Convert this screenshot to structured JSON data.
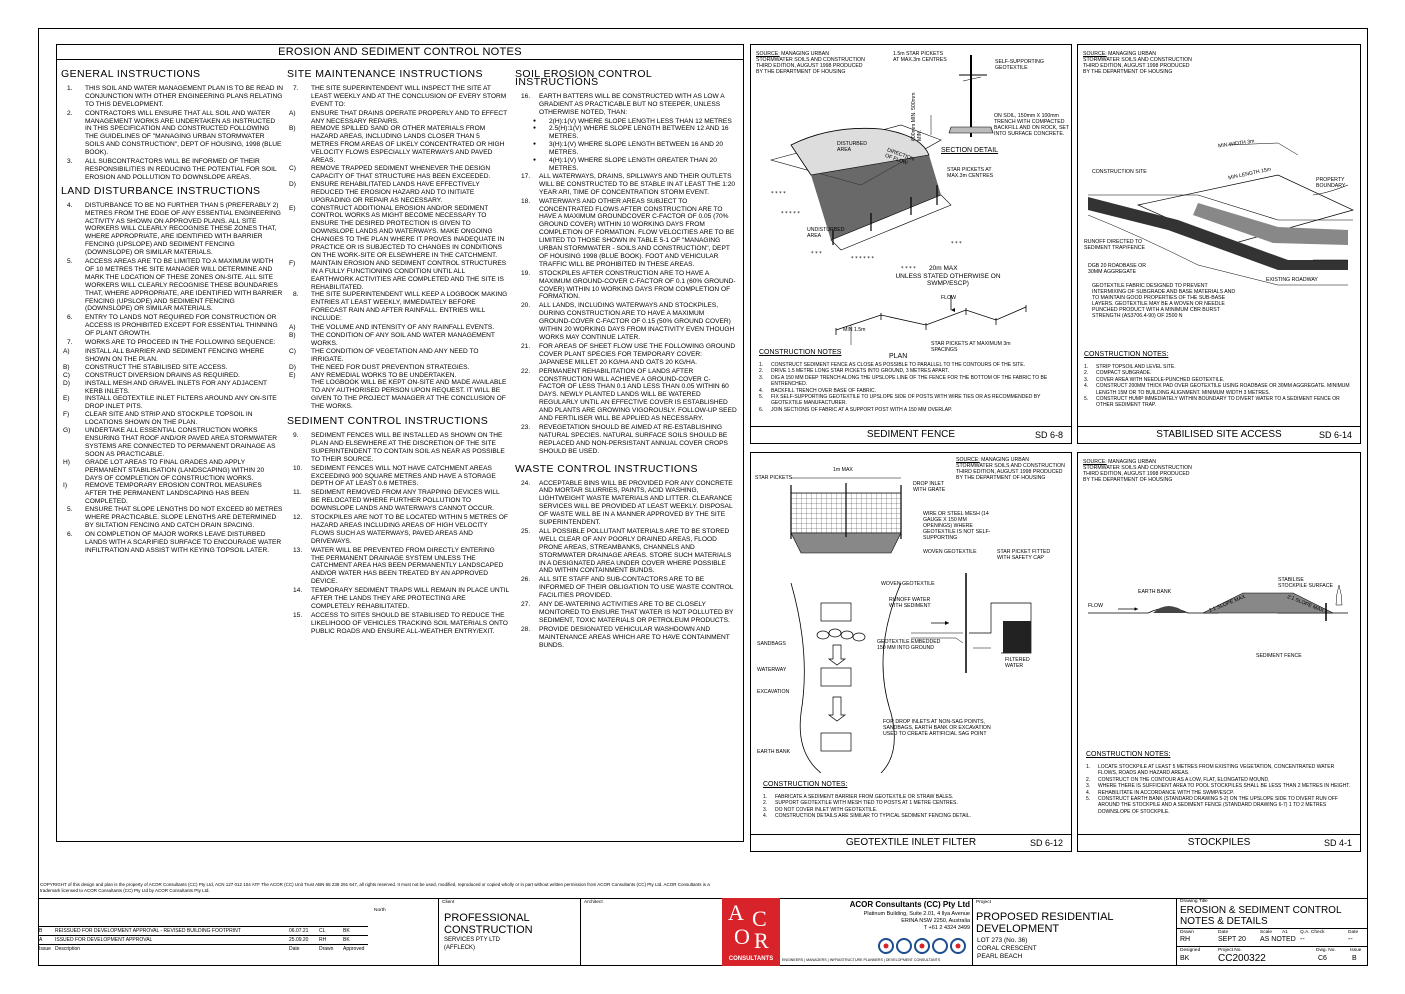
{
  "notes": {
    "title": "EROSION AND SEDIMENT CONTROL NOTES",
    "col1": {
      "h1": "GENERAL INSTRUCTIONS",
      "general": [
        {
          "n": "1.",
          "t": "THIS SOIL AND WATER MANAGEMENT PLAN IS TO BE READ IN CONJUNCTION WITH OTHER ENGINEERING PLANS RELATING TO THIS DEVELOPMENT."
        },
        {
          "n": "2.",
          "t": "CONTRACTORS WILL ENSURE THAT ALL SOIL AND WATER MANAGEMENT WORKS ARE UNDERTAKEN AS INSTRUCTED IN THIS SPECIFICATION AND CONSTRUCTED FOLLOWING THE GUIDELINES OF \"MANAGING URBAN STORMWATER SOILS AND CONSTRUCTION\", DEPT OF HOUSING, 1998 (BLUE BOOK)."
        },
        {
          "n": "3.",
          "t": "ALL SUBCONTRACTORS WILL BE INFORMED OF THEIR RESPONSIBILITIES IN REDUCING THE POTENTIAL FOR SOIL EROSION AND POLLUTION TO DOWNSLOPE AREAS."
        }
      ],
      "h2": "LAND DISTURBANCE INSTRUCTIONS",
      "land": [
        {
          "n": "4.",
          "t": "DISTURBANCE TO BE NO FURTHER THAN 5 (PREFERABLY 2) METRES FROM THE EDGE OF ANY ESSENTIAL ENGINEERING ACTIVITY AS SHOWN ON APPROVED PLANS. ALL SITE WORKERS WILL CLEARLY RECOGNISE THESE ZONES THAT, WHERE APPROPRIATE, ARE IDENTIFIED WITH BARRIER FENCING (UPSLOPE) AND SEDIMENT FENCING (DOWNSLOPE) OR SIMILAR MATERIALS."
        },
        {
          "n": "5.",
          "t": "ACCESS AREAS ARE TO BE LIMITED TO A MAXIMUM WIDTH OF 10 METRES THE SITE MANAGER WILL DETERMINE AND MARK THE LOCATION OF THESE ZONES ON-SITE. ALL SITE WORKERS WILL CLEARLY RECOGNISE THESE BOUNDARIES THAT, WHERE APPROPRIATE, ARE IDENTIFIED WITH BARRIER FENCING (UPSLOPE) AND SEDIMENT FENCING (DOWNSLOPE) OR SIMILAR MATERIALS."
        },
        {
          "n": "6.",
          "t": "ENTRY TO LANDS NOT REQUIRED FOR CONSTRUCTION OR ACCESS IS PROHIBITED EXCEPT FOR ESSENTIAL THINNING OF PLANT GROWTH."
        },
        {
          "n": "7.",
          "t": "WORKS ARE TO PROCEED IN THE FOLLOWING SEQUENCE:"
        }
      ],
      "seq": [
        {
          "n": "A)",
          "t": "INSTALL ALL BARRIER AND SEDIMENT FENCING WHERE SHOWN ON THE PLAN."
        },
        {
          "n": "B)",
          "t": "CONSTRUCT THE STABILISED SITE ACCESS."
        },
        {
          "n": "C)",
          "t": "CONSTRUCT DIVERSION DRAINS AS REQUIRED."
        },
        {
          "n": "D)",
          "t": "INSTALL MESH AND GRAVEL INLETS FOR ANY ADJACENT KERB INLETS."
        },
        {
          "n": "E)",
          "t": "INSTALL GEOTEXTILE INLET FILTERS AROUND ANY ON-SITE DROP INLET PITS."
        },
        {
          "n": "F)",
          "t": "CLEAR SITE AND STRIP AND STOCKPILE TOPSOIL IN LOCATIONS SHOWN ON THE PLAN."
        },
        {
          "n": "G)",
          "t": "UNDERTAKE ALL ESSENTIAL CONSTRUCTION WORKS ENSURING THAT ROOF AND/OR PAVED AREA STORMWATER SYSTEMS ARE CONNECTED TO PERMANENT DRAINAGE AS SOON AS PRACTICABLE."
        },
        {
          "n": "H)",
          "t": "GRADE LOT AREAS TO FINAL GRADES AND APPLY PERMANENT STABILISATION (LANDSCAPING) WITHIN 20 DAYS OF COMPLETION OF CONSTRUCTION WORKS."
        },
        {
          "n": "I)",
          "t": "REMOVE TEMPORARY EROSION CONTROL MEASURES AFTER THE PERMANENT LANDSCAPING HAS BEEN COMPLETED."
        }
      ],
      "land2": [
        {
          "n": "5.",
          "t": "ENSURE THAT SLOPE LENGTHS DO NOT EXCEED 80 METRES WHERE PRACTICABLE. SLOPE LENGTHS ARE DETERMINED BY SILTATION FENCING AND CATCH DRAIN SPACING."
        },
        {
          "n": "6.",
          "t": "ON COMPLETION OF MAJOR WORKS LEAVE DISTURBED LANDS WITH A SCARIFIED SURFACE TO ENCOURAGE WATER INFILTRATION AND ASSIST WITH KEYING TOPSOIL LATER."
        }
      ]
    },
    "col2": {
      "h1": "SITE MAINTENANCE INSTRUCTIONS",
      "i7": {
        "n": "7.",
        "t": "THE SITE SUPERINTENDENT WILL INSPECT THE SITE AT LEAST WEEKLY AND AT THE CONCLUSION OF EVERY STORM EVENT TO:"
      },
      "i7sub": [
        {
          "n": "A)",
          "t": "ENSURE THAT DRAINS OPERATE PROPERLY AND TO EFFECT ANY NECESSARY REPAIRS."
        },
        {
          "n": "B)",
          "t": "REMOVE SPILLED SAND OR OTHER MATERIALS FROM HAZARD AREAS, INCLUDING LANDS CLOSER THAN 5 METRES FROM AREAS OF LIKELY CONCENTRATED OR HIGH VELOCITY FLOWS ESPECIALLY WATERWAYS AND PAVED AREAS."
        },
        {
          "n": "C)",
          "t": "REMOVE TRAPPED SEDIMENT WHENEVER THE DESIGN CAPACITY OF THAT STRUCTURE HAS BEEN EXCEEDED."
        },
        {
          "n": "D)",
          "t": "ENSURE REHABILITATED LANDS HAVE EFFECTIVELY REDUCED THE EROSION HAZARD AND TO INITIATE UPGRADING OR REPAIR AS NECESSARY."
        },
        {
          "n": "E)",
          "t": "CONSTRUCT ADDITIONAL EROSION AND/OR SEDIMENT CONTROL WORKS AS MIGHT BECOME NECESSARY TO ENSURE THE DESIRED PROTECTION IS GIVEN TO DOWNSLOPE LANDS AND WATERWAYS. MAKE ONGOING CHANGES TO THE PLAN WHERE IT PROVES INADEQUATE IN PRACTICE OR IS SUBJECTED TO CHANGES IN CONDITIONS ON THE WORK-SITE OR ELSEWHERE IN THE CATCHMENT."
        },
        {
          "n": "F)",
          "t": "MAINTAIN EROSION AND SEDIMENT CONTROL STRUCTURES IN A FULLY FUNCTIONING CONDITION UNTIL ALL EARTHWORK ACTIVITIES ARE COMPLETED AND THE SITE IS REHABILITATED."
        }
      ],
      "i8": {
        "n": "8.",
        "t": "THE SITE SUPERINTENDENT WILL KEEP A LOGBOOK MAKING ENTRIES AT LEAST WEEKLY, IMMEDIATELY BEFORE FORECAST RAIN AND AFTER RAINFALL. ENTRIES WILL INCLUDE:"
      },
      "i8sub": [
        {
          "n": "A)",
          "t": "THE VOLUME AND INTENSITY OF ANY RAINFALL EVENTS."
        },
        {
          "n": "B)",
          "t": "THE CONDITION OF ANY SOIL AND WATER MANAGEMENT WORKS."
        },
        {
          "n": "C)",
          "t": "THE CONDITION OF VEGETATION AND ANY NEED TO IRRIGATE."
        },
        {
          "n": "D)",
          "t": "THE NEED FOR DUST PREVENTION STRATEGIES."
        },
        {
          "n": "E)",
          "t": "ANY REMEDIAL WORKS TO BE UNDERTAKEN."
        }
      ],
      "i8tail": "THE LOGBOOK WILL BE KEPT ON-SITE AND MADE AVAILABLE TO ANY AUTHORISED PERSON UPON REQUEST. IT WILL BE GIVEN TO THE PROJECT MANAGER AT THE CONCLUSION OF THE WORKS.",
      "h2": "SEDIMENT CONTROL INSTRUCTIONS",
      "sediment": [
        {
          "n": "9.",
          "t": "SEDIMENT FENCES WILL BE INSTALLED AS SHOWN ON THE PLAN AND ELSEWHERE AT THE DISCRETION OF THE SITE SUPERINTENDENT TO CONTAIN SOIL AS NEAR AS POSSIBLE TO THEIR SOURCE."
        },
        {
          "n": "10.",
          "t": "SEDIMENT FENCES WILL NOT HAVE CATCHMENT AREAS EXCEEDING 900 SQUARE METRES AND HAVE A STORAGE DEPTH OF AT LEAST 0.6 METRES."
        },
        {
          "n": "11.",
          "t": "SEDIMENT REMOVED FROM ANY TRAPPING DEVICES WILL BE RELOCATED WHERE FURTHER POLLUTION TO DOWNSLOPE LANDS AND WATERWAYS CANNOT OCCUR."
        },
        {
          "n": "12.",
          "t": "STOCKPILES ARE NOT TO BE LOCATED WITHIN 5 METRES OF HAZARD AREAS INCLUDING AREAS OF HIGH VELOCITY FLOWS SUCH AS WATERWAYS, PAVED AREAS AND DRIVEWAYS."
        },
        {
          "n": "13.",
          "t": "WATER WILL BE PREVENTED FROM DIRECTLY ENTERING THE PERMANENT DRAINAGE SYSTEM UNLESS THE CATCHMENT AREA HAS BEEN PERMANENTLY LANDSCAPED AND/OR WATER HAS BEEN TREATED BY AN APPROVED DEVICE."
        },
        {
          "n": "14.",
          "t": "TEMPORARY SEDIMENT TRAPS WILL REMAIN IN PLACE UNTIL AFTER THE LANDS THEY ARE PROTECTING ARE COMPLETELY REHABILITATED."
        },
        {
          "n": "15.",
          "t": "ACCESS TO SITES SHOULD BE STABILISED TO REDUCE THE LIKELIHOOD OF VEHICLES TRACKING SOIL MATERIALS ONTO PUBLIC ROADS AND ENSURE ALL-WEATHER ENTRY/EXIT."
        }
      ]
    },
    "col3": {
      "h1": "SOIL EROSION CONTROL INSTRUCTIONS",
      "i16": {
        "n": "16.",
        "t": "EARTH BATTERS WILL BE CONSTRUCTED WITH AS LOW A GRADIENT AS PRACTICABLE BUT NO STEEPER, UNLESS OTHERWISE NOTED, THAN:"
      },
      "bullets": [
        "2(H):1(V) WHERE SLOPE LENGTH LESS THAN 12 METRES",
        "2.5(H):1(V) WHERE SLOPE LENGTH BETWEEN 12 AND 16 METRES.",
        "3(H):1(V) WHERE SLOPE LENGTH BETWEEN 16 AND 20 METRES.",
        "4(H):1(V) WHERE SLOPE LENGTH GREATER THAN 20 METRES."
      ],
      "soil": [
        {
          "n": "17.",
          "t": "ALL WATERWAYS, DRAINS, SPILLWAYS AND THEIR OUTLETS WILL BE CONSTRUCTED TO BE STABLE IN AT LEAST THE 1:20 YEAR ARI, TIME OF CONCENTRATION STORM EVENT."
        },
        {
          "n": "18.",
          "t": "WATERWAYS AND OTHER AREAS SUBJECT TO CONCENTRATED FLOWS AFTER CONSTRUCTION ARE TO HAVE A MAXIMUM GROUNDCOVER C-FACTOR OF 0.05 (70% GROUND COVER) WITHIN 10 WORKING DAYS FROM COMPLETION OF FORMATION. FLOW VELOCITIES ARE TO BE LIMITED TO THOSE SHOWN IN TABLE 5-1 OF \"MANAGING URBAN STORMWATER - SOILS AND CONSTRUCTION\", DEPT OF HOUSING 1998 (BLUE BOOK). FOOT AND VEHICULAR TRAFFIC WILL BE PROHIBITED IN THESE AREAS."
        },
        {
          "n": "19.",
          "t": "STOCKPILES AFTER CONSTRUCTION ARE TO HAVE A MAXIMUM GROUND-COVER C-FACTOR OF 0.1 (60% GROUND-COVER) WITHIN 10 WORKING DAYS FROM COMPLETION OF FORMATION."
        },
        {
          "n": "20.",
          "t": "ALL LANDS, INCLUDING WATERWAYS AND STOCKPILES, DURING CONSTRUCTION ARE TO HAVE A MAXIMUM GROUND-COVER C-FACTOR OF 0.15 (50% GROUND COVER) WITHIN 20 WORKING DAYS FROM INACTIVITY EVEN THOUGH WORKS MAY CONTINUE LATER."
        },
        {
          "n": "21.",
          "t": "FOR AREAS OF SHEET FLOW USE THE FOLLOWING GROUND COVER PLANT SPECIES FOR TEMPORARY COVER: JAPANESE MILLET 20 KG/HA AND OATS 20 KG/HA."
        },
        {
          "n": "22.",
          "t": "PERMANENT REHABILITATION OF LANDS AFTER CONSTRUCTION WILL ACHIEVE A GROUND-COVER C-FACTOR OF LESS THAN 0.1 AND LESS THAN 0.05 WITHIN 60 DAYS. NEWLY PLANTED LANDS WILL BE WATERED REGULARLY UNTIL AN EFFECTIVE COVER IS ESTABLISHED AND PLANTS ARE GROWING VIGOROUSLY. FOLLOW-UP SEED AND FERTILISER WILL BE APPLIED AS NECESSARY."
        },
        {
          "n": "23.",
          "t": "REVEGETATION SHOULD BE AIMED AT RE-ESTABLISHING NATURAL SPECIES. NATURAL SURFACE SOILS SHOULD BE REPLACED AND NON-PERSISTANT ANNUAL COVER CROPS SHOULD BE USED."
        }
      ],
      "h2": "WASTE CONTROL INSTRUCTIONS",
      "waste": [
        {
          "n": "24.",
          "t": "ACCEPTABLE BINS WILL BE PROVIDED FOR ANY CONCRETE AND MORTAR SLURRIES, PAINTS, ACID WASHING, LIGHTWEIGHT WASTE MATERIALS AND LITTER. CLEARANCE SERVICES WILL BE PROVIDED AT LEAST WEEKLY. DISPOSAL OF WASTE WILL BE IN A MANNER APPROVED BY THE SITE SUPERINTENDENT."
        },
        {
          "n": "25.",
          "t": "ALL POSSIBLE POLLUTANT MATERIALS ARE TO BE STORED WELL CLEAR OF ANY POORLY DRAINED AREAS, FLOOD PRONE AREAS, STREAMBANKS, CHANNELS AND STORMWATER DRAINAGE AREAS. STORE SUCH MATERIALS IN A DESIGNATED AREA UNDER COVER WHERE POSSIBLE AND WITHIN CONTAINMENT BUNDS."
        },
        {
          "n": "26.",
          "t": "ALL SITE STAFF AND SUB-CONTACTORS ARE TO BE INFORMED OF THEIR OBLIGATION TO USE WASTE CONTROL FACILITIES PROVIDED."
        },
        {
          "n": "27.",
          "t": "ANY DE-WATERING ACTIVITIES ARE TO BE CLOSELY MONITORED TO ENSURE THAT WATER IS NOT POLLUTED BY SEDIMENT, TOXIC MATERIALS OR PETROLEUM PRODUCTS."
        },
        {
          "n": "28.",
          "t": "PROVIDE DESIGNATED VEHICULAR WASHDOWN AND MAINTENANCE AREAS WHICH ARE TO HAVE CONTAINMENT BUNDS."
        }
      ]
    }
  },
  "source": {
    "label": "SOURCE:",
    "text": "MANAGING URBAN STORMWATER SOILS AND CONSTRUCTION THIRD EDITION, AUGUST 1998 PRODUCED BY THE DEPARTMENT OF HOUSING"
  },
  "panels": {
    "fence": {
      "title": "SEDIMENT FENCE",
      "code": "SD 6-8",
      "labels": {
        "pickets": "1.5m STAR PICKETS AT MAX.3m CENTRES",
        "self": "SELF-SUPPORTING GEOTEXTILE",
        "dims": "600mm MIN. 500mm MIN.",
        "trench": "ON SOIL, 150mm X 100mm TRENCH WITH COMPACTED BACKFILL AND ON ROCK, SET INTO SURFACE CONCRETE.",
        "disturbed": "DISTURBED AREA",
        "direction": "DIRECTION OF FLOW",
        "section": "SECTION DETAIL",
        "star2": "STAR PICKETS AT MAX.3m CENTRES",
        "undisturbed": "UNDISTURBED AREA",
        "twenty": "20m MAX",
        "unless": "UNLESS STATED OTHERWISE ON SWMP/ESCP)",
        "flow": "FLOW",
        "min": "MIN 1.5m",
        "star3": "STAR PICKETS AT MAXIMUM 3m SPACINGS",
        "plan": "PLAN"
      },
      "cn_title": "CONSTRUCTION NOTES",
      "notes": [
        "CONSTRUCT SEDIMENT FENCE AS CLOSE AS POSSIBLE TO PARALLEL TO THE CONTOURS OF THE SITE.",
        "DRIVE 1.5 METRE LONG STAR PICKETS INTO GROUND, 3 METRES APART.",
        "DIG A 150 MM DEEP TRENCH ALONG THE UPSLOPE LINE OF THE FENCE FOR THE BOTTOM OF THE FABRIC TO BE ENTRENCHED.",
        "BACKFILL TRENCH OVER BASE OF FABRIC.",
        "FIX SELF-SUPPORTING GEOTEXTILE TO UPSLOPE SIDE OF POSTS WITH WIRE TIES OR AS RECOMMENDED BY GEOTEXTILE MANUFACTURER.",
        "JOIN SECTIONS OF FABRIC AT A SUPPORT POST WITH A 150 MM OVERLAP."
      ]
    },
    "access": {
      "title": "STABILISED SITE ACCESS",
      "code": "SD 6-14",
      "labels": {
        "width": "MIN WIDTH 3m",
        "length": "MIN LENGTH 15m",
        "site": "CONSTRUCTION SITE",
        "boundary": "PROPERTY BOUNDARY",
        "runoff": "RUNOFF DIRECTED TO SEDIMENT TRAP/FENCE",
        "dgb": "DGB 20 ROADBASE OR 30MM AGGREGATE",
        "road": "EXISTING ROADWAY",
        "geo": "GEOTEXTILE FABRIC DESIGNED TO PREVENT INTERMIXING OF SUBGRADE AND BASE MATERIALS AND TO MAINTAIN GOOD PROPERTIES OF THE SUB-BASE LAYERS. GEOTEXTILE MAY BE A WOVEN OR NEEDLE PUNCHED PRODUCT WITH A MINIMUM CBR BURST STRENGTH (AS3706.4-90) OF 2500 N"
      },
      "cn_title": "CONSTRUCTION NOTES:",
      "notes": [
        "STRIP TOPSOIL AND LEVEL SITE.",
        "COMPACT SUBGRADE.",
        "COVER AREA WITH NEEDLE-PUNCHED GEOTEXTILE.",
        "CONSTRUCT 200MM THICK PAD OVER GEOTEXTILE USING ROADBASE OR 30MM AGGREGATE. MINIMUM LENGTH 15M OR TO BUILDING ALIGNMENT. MINIMUM WIDTH 3 METRES.",
        "CONSTRUCT HUMP IMMEDIATELY WITHIN BOUNDARY TO DIVERT WATER TO A SEDIMENT FENCE OR OTHER SEDIMENT TRAP."
      ]
    },
    "inlet": {
      "title": "GEOTEXTILE INLET FILTER",
      "code": "SD 6-12",
      "labels": {
        "star": "STAR PICKETS",
        "max": "1m MAX",
        "drop": "DROP INLET WITH GRATE",
        "wire": "WIRE OR STEEL MESH (14 GAUGE X 150 MM OPENINGS) WHERE GEOTEXTILE IS NOT SELF-SUPPORTING",
        "woven": "WOVEN GEOTEXTILE",
        "cap": "STAR PICKET FITTED WITH SAFETY CAP",
        "woven2": "WOVEN GEOTEXTILE",
        "runoff": "RUNOFF WATER WITH SEDIMENT",
        "embed": "GEOTEXTILE EMBEDDED 150 MM INTO GROUND",
        "filtered": "FILTERED WATER",
        "sandbags": "SANDBAGS",
        "waterway": "WATERWAY",
        "excavation": "EXCAVATION",
        "earthbank": "EARTH BANK",
        "drop2": "FOR DROP INLETS AT NON-SAG POINTS, SANDBAGS, EARTH BANK OR EXCAVATION USED TO CREATE ARTIFICIAL SAG POINT"
      },
      "cn_title": "CONSTRUCTION NOTES:",
      "notes": [
        "FABRICATE A SEDIMENT BARRIER FROM GEOTEXTILE OR STRAW BALES.",
        "SUPPORT GEOTEXTILE WITH MESH TIED TO POSTS AT 1 METRE CENTRES.",
        "DO NOT COVER INLET WITH GEOTEXTILE.",
        "CONSTRUCTION DETAILS ARE SIMILAR TO TYPICAL SEDIMENT FENCING DETAIL."
      ]
    },
    "stock": {
      "title": "STOCKPILES",
      "code": "SD 4-1",
      "labels": {
        "stab": "STABILISE STOCKPILE SURFACE",
        "earthbank": "EARTH BANK",
        "flow": "FLOW",
        "slope1": "2:1 SLOPE MAX",
        "slope2": "2:1 SLOPE MAX",
        "fence": "SEDIMENT FENCE"
      },
      "cn_title": "CONSTRUCTION NOTES:",
      "notes": [
        "LOCATE STOCKPILE AT LEAST 5 METRES FROM EXISTING VEGETATION, CONCENTRATED WATER FLOWS, ROADS AND HAZARD AREAS.",
        "CONSTRUCT ON THE CONTOUR AS A LOW, FLAT, ELONGATED MOUND.",
        "WHERE THERE IS SUFFICIENT AREA TO POOL STOCKPILES SHALL BE LESS THAN 2 METRES IN HEIGHT.",
        "REHABILITATE IN ACCORDANCE WITH THE SWMP/ESCP.",
        "CONSTRUCT EARTH BANK (STANDARD DRAWING 5-2) ON THE UPSLOPE SIDE TO DIVERT RUN OFF AROUND THE STOCKPILE AND A SEDIMENT FENCE (STANDARD DRAWING 6-7) 1 TO 2 METRES DOWNSLOPE OF STOCKPILE."
      ]
    }
  },
  "titleblock": {
    "copyright": "COPYRIGHT of this design and plan is the property of ACOR Consultants (CC) Pty Ltd, ACN 127 012 104 ATF The ACOR (CC) Unit Trust ABN 65 238 291 647, all rights reserved. It must not be used, modified, reproduced or copied wholly or in part without written permission from ACOR Consultants (CC) Pty Ltd. ACOR Consultants is a trademark licensed to ACOR Consultants (CC) Pty Ltd by ACOR Consultants Pty Ltd.",
    "north": "North",
    "revisions": [
      {
        "issue": "B",
        "desc": "REISSUED FOR DEVELOPMENT APPROVAL - REVISED BUILDING FOOTPRINT",
        "date": "06.07.21",
        "drawn": "CL",
        "approved": "BK"
      },
      {
        "issue": "A",
        "desc": "ISSUED FOR DEVELOPMENT APPROVAL",
        "date": "25.09.20",
        "drawn": "RH",
        "approved": "BK"
      }
    ],
    "rev_headers": {
      "issue": "Issue",
      "desc": "Description",
      "date": "Date",
      "drawn": "Drawn",
      "approved": "Approved"
    },
    "client_label": "Client",
    "client": "PROFESSIONAL CONSTRUCTION",
    "client_sub": "SERVICES PTY LTD",
    "client_sub2": "(AFFLECK)",
    "architect_label": "Architect",
    "logo": {
      "a": "A",
      "c": "C",
      "o": "O",
      "r": "R",
      "word": "CONSULTANTS"
    },
    "company": "ACOR Consultants (CC) Pty Ltd",
    "address1": "Platinum Building, Suite 2.01, 4 Ilya Avenue",
    "address2": "ERINA NSW 2250, Australia",
    "phone": "T +61 2 4324 3499",
    "disciplines": "ENGINEERS | MANAGERS | INFRASTRUCTURE PLANNERS | DEVELOPMENT CONSULTANTS",
    "project_label": "Project",
    "project": "PROPOSED RESIDENTIAL DEVELOPMENT",
    "lot": "LOT 273 (No. 36)",
    "street": "CORAL CRESCENT",
    "suburb": "PEARL BEACH",
    "drawing_title_label": "Drawing Title",
    "drawing_title": "EROSION & SEDIMENT CONTROL NOTES & DETAILS",
    "drawn_label": "Drawn",
    "drawn": "RH",
    "date_label": "Date",
    "date": "SEPT 20",
    "scale_label": "Scale",
    "size": "A1",
    "scale": "AS NOTED",
    "qa_label": "Q.A. Check",
    "qa": "--",
    "date2_label": "Date",
    "date2": "--",
    "designed_label": "Designed",
    "designed": "BK",
    "projno_label": "Project No.",
    "projno": "CC200322",
    "dwgno_label": "Dwg. No.",
    "dwgno": "C6",
    "issue_label": "Issue",
    "issue": "B"
  }
}
